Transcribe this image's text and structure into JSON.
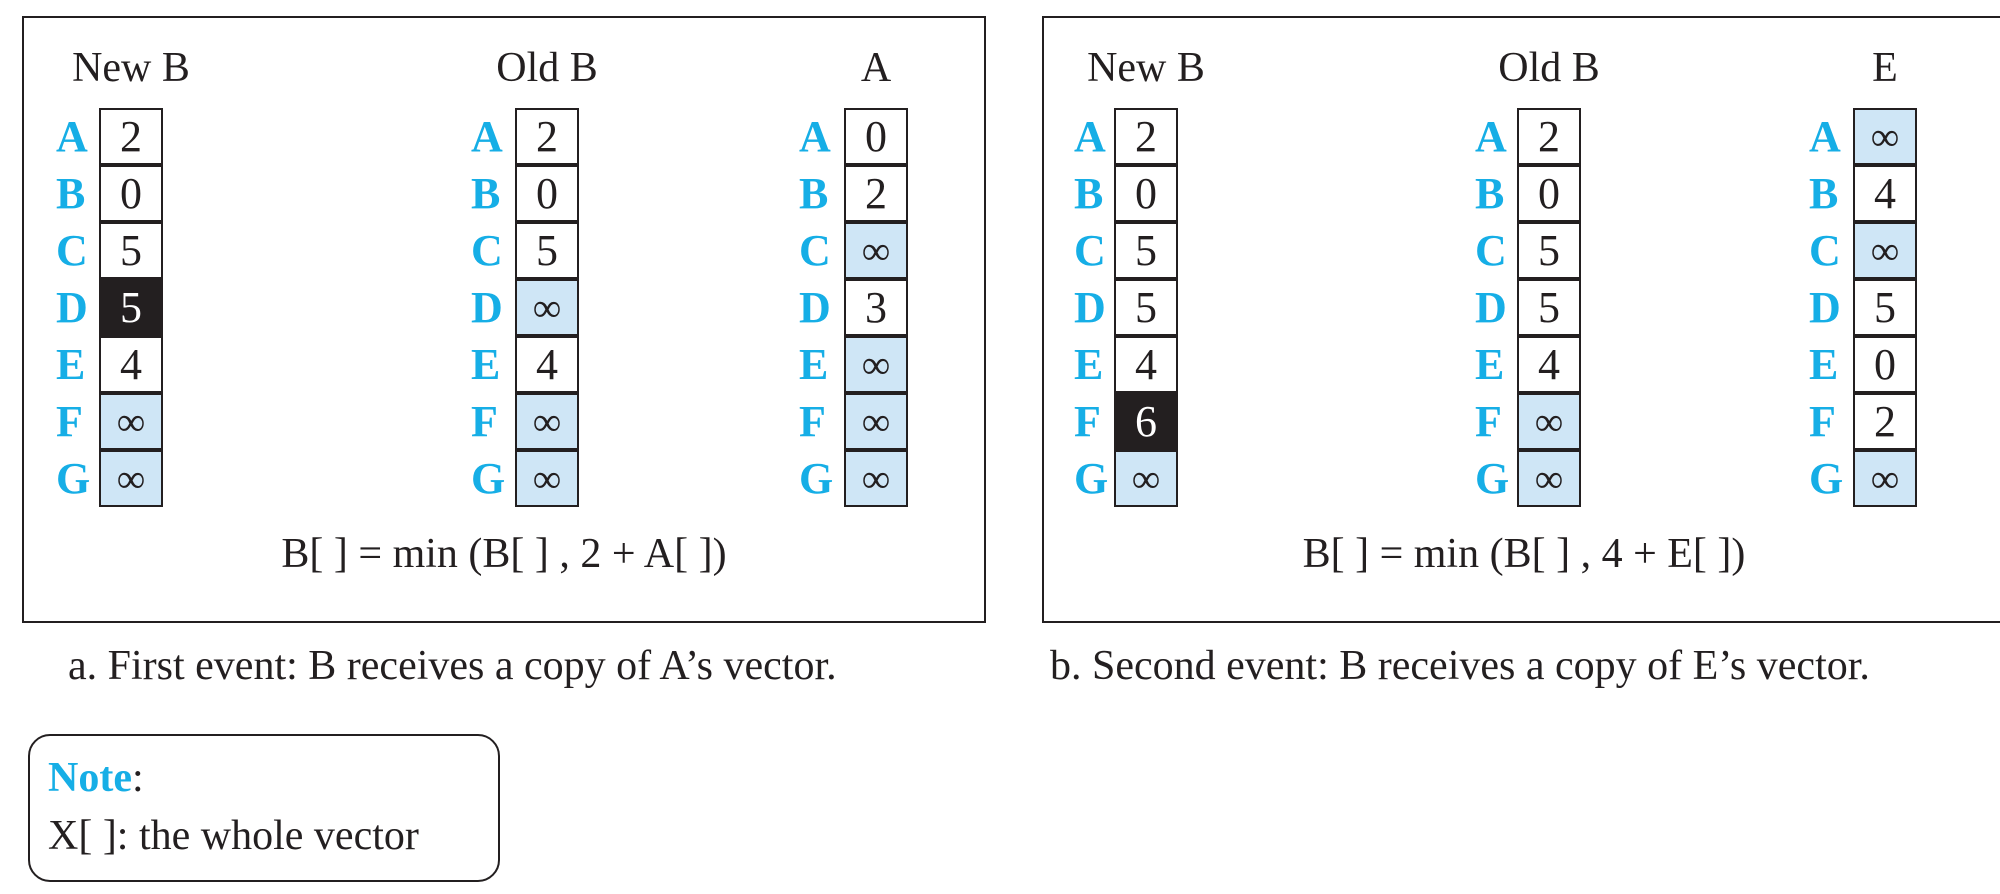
{
  "panels": [
    {
      "id": "a",
      "columns": [
        {
          "header": "New B",
          "values": [
            "2",
            "0",
            "5",
            "5",
            "4",
            "∞",
            "∞"
          ],
          "highlight": [
            3
          ]
        },
        {
          "header": "Old B",
          "values": [
            "2",
            "0",
            "5",
            "∞",
            "4",
            "∞",
            "∞"
          ],
          "highlight": []
        },
        {
          "header": "A",
          "values": [
            "0",
            "2",
            "∞",
            "3",
            "∞",
            "∞",
            "∞"
          ],
          "highlight": []
        }
      ],
      "formula": "B[ ] = min (B[ ] , 2 + A[ ])",
      "caption": "a. First event: B receives a copy of A’s vector."
    },
    {
      "id": "b",
      "columns": [
        {
          "header": "New B",
          "values": [
            "2",
            "0",
            "5",
            "5",
            "4",
            "6",
            "∞"
          ],
          "highlight": [
            5
          ]
        },
        {
          "header": "Old B",
          "values": [
            "2",
            "0",
            "5",
            "5",
            "4",
            "∞",
            "∞"
          ],
          "highlight": []
        },
        {
          "header": "E",
          "values": [
            "∞",
            "4",
            "∞",
            "5",
            "0",
            "2",
            "∞"
          ],
          "highlight": []
        }
      ],
      "formula": "B[ ] = min (B[ ] , 4 + E[ ])",
      "caption": "b. Second event: B receives a copy of E’s vector."
    }
  ],
  "row_labels": [
    "A",
    "B",
    "C",
    "D",
    "E",
    "F",
    "G"
  ],
  "note": {
    "title": "Note",
    "title_suffix": ":",
    "text": "X[ ]: the whole vector"
  },
  "colors": {
    "label": "#16aee6",
    "infinity_fill": "#cfe6f6",
    "changed_fill": "#231f20"
  }
}
